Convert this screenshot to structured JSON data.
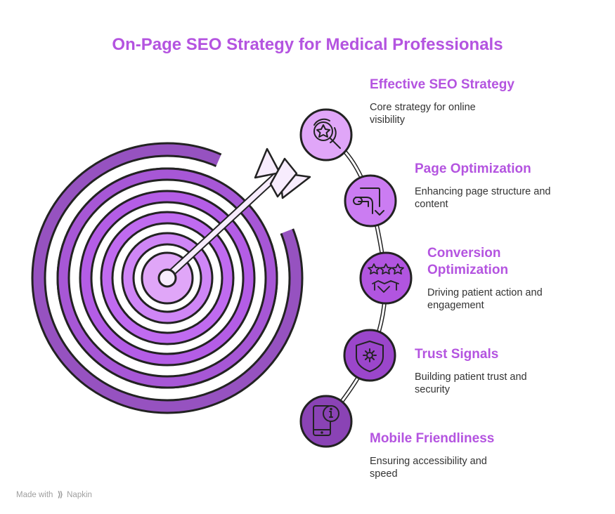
{
  "title": "On-Page SEO Strategy for Medical Professionals",
  "items": [
    {
      "title": "Effective SEO Strategy",
      "description": "Core strategy for online visibility",
      "icon": "star-search-icon",
      "color": "#e0a6f8"
    },
    {
      "title": "Page Optimization",
      "description": "Enhancing page structure and content",
      "icon": "route-arrow-icon",
      "color": "#cb7cf2"
    },
    {
      "title": "Conversion Optimization",
      "description": "Driving patient action and engagement",
      "icon": "stars-handshake-icon",
      "color": "#b155e0"
    },
    {
      "title": "Trust Signals",
      "description": "Building patient trust and security",
      "icon": "shield-gear-icon",
      "color": "#9b46cb"
    },
    {
      "title": "Mobile Friendliness",
      "description": "Ensuring accessibility and speed",
      "icon": "mobile-info-icon",
      "color": "#8a43b5"
    }
  ],
  "target": {
    "ring_colors": [
      "#9652c0",
      "#a757d6",
      "#b45de6",
      "#c06bf0",
      "#cf86f6",
      "#e0a6f8"
    ]
  },
  "footer": {
    "prefix": "Made with",
    "brand": "Napkin"
  }
}
